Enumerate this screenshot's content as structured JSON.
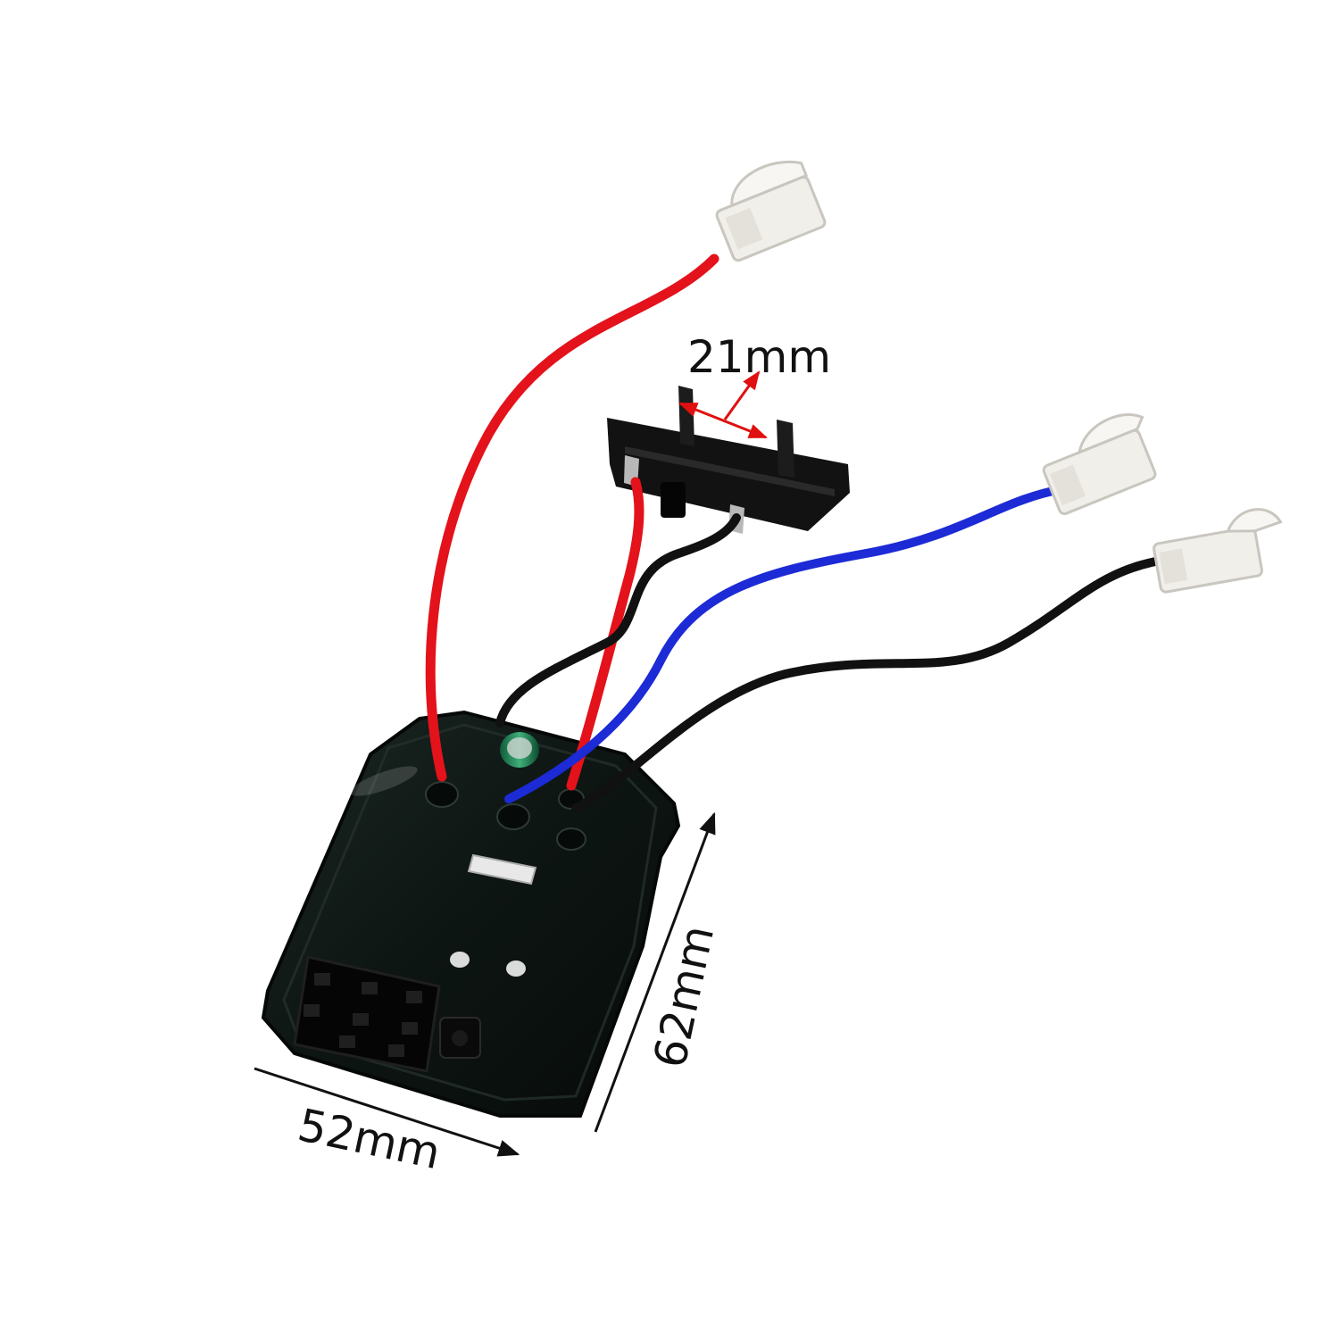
{
  "dimensions": {
    "width_label": "52mm",
    "height_label": "62mm",
    "terminal_spacing_label": "21mm"
  },
  "colors": {
    "board": "#0d1512",
    "wire_red": "#e3121b",
    "wire_blue": "#1c2bd6",
    "wire_black": "#111111",
    "connector": "#f1efea",
    "arrow_red": "#e01010",
    "arrow_black": "#111111"
  }
}
